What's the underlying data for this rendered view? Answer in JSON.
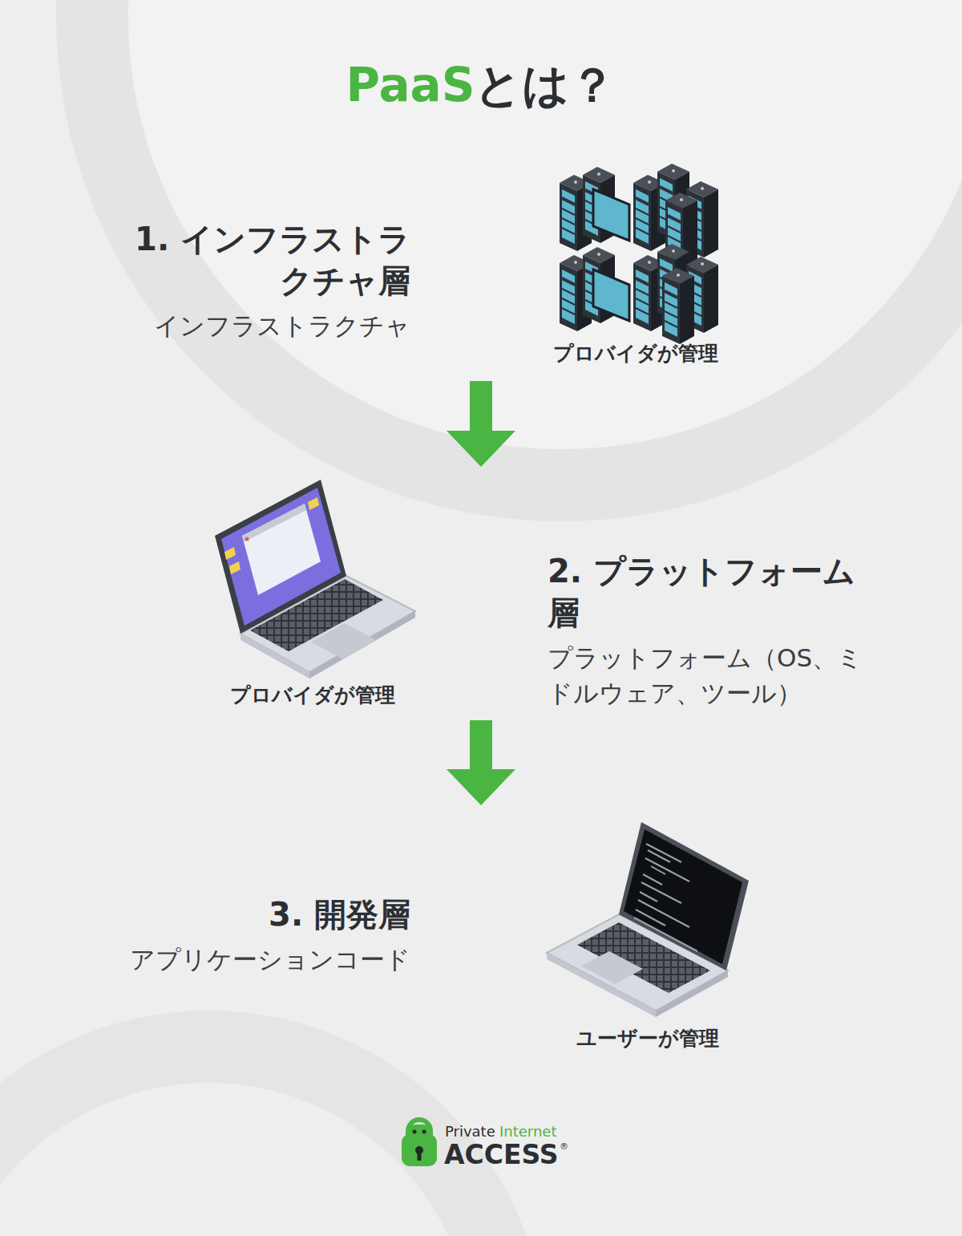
{
  "diagram": {
    "title": "PaaSとは？",
    "nodes": [
      {
        "text": [
          "1. インフラストラクチャ層",
          "インフラストラクチャ"
        ]
      },
      {
        "text": [
          "2. プラットフォーム層",
          "プラットフォーム（OS、ミドルウェア、ツール）"
        ]
      },
      {
        "text": [
          "3. 開発層",
          "アプリケーションコード"
        ]
      }
    ],
    "edges": [
      {
        "from": 0,
        "to": 1,
        "arrow": "to"
      },
      {
        "from": 1,
        "to": 2,
        "arrow": "to"
      }
    ],
    "labels": [
      "プロバイダが管理",
      "プロバイダが管理",
      "ユーザーが管理",
      "Private",
      "Internet",
      "ACCESS",
      "®"
    ]
  }
}
